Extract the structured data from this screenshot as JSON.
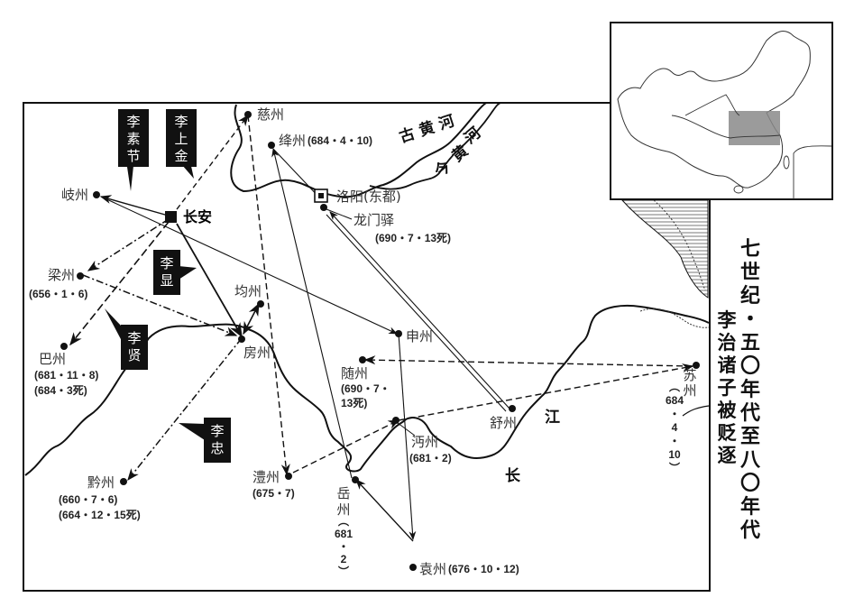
{
  "title": {
    "line1": "七世纪・五〇年代至八〇年代",
    "line2": "李治诸子被贬逐"
  },
  "capitals": {
    "changan": "长安",
    "luoyang": "洛阳(东都)"
  },
  "places": {
    "cizhou": {
      "name": "慈州"
    },
    "jiangzhou": {
      "name": "绛州",
      "date": "(684・4・10)"
    },
    "longmenyi": {
      "name": "龙门驿",
      "date": "(690・7・13死)"
    },
    "qizhou": {
      "name": "岐州"
    },
    "liangzhou": {
      "name": "梁州",
      "date": "(656・1・6)"
    },
    "bazhou": {
      "name": "巴州",
      "date1": "(681・11・8)",
      "date2": "(684・3死)"
    },
    "junzhou": {
      "name": "均州"
    },
    "fangzhou": {
      "name": "房州"
    },
    "shenzhou": {
      "name": "申州"
    },
    "suizhou": {
      "name": "随州",
      "date1": "(690・7・",
      "date2": "13死)"
    },
    "shuzhou": {
      "name": "舒州"
    },
    "mianzhou": {
      "name": "沔州",
      "date": "(681・2)"
    },
    "qianzhou": {
      "name": "黔州",
      "date1": "(660・7・6)",
      "date2": "(664・12・15死)"
    },
    "lizhou": {
      "name": "澧州",
      "date": "(675・7)"
    },
    "yuezhou": {
      "name": "岳州",
      "date_v": [
        "681",
        "・",
        "2"
      ]
    },
    "yuanzhou": {
      "name": "袁州",
      "date": "(676・10・12)"
    },
    "suzhou": {
      "name": "苏州",
      "date_v": [
        "684",
        "・",
        "4",
        "・",
        "10"
      ]
    }
  },
  "rivers": {
    "old_yellow": "古黄河",
    "new_yellow": "今黄河",
    "yangtze": [
      "长",
      "江"
    ]
  },
  "persons": [
    {
      "id": "li-sujie",
      "name": "李素节"
    },
    {
      "id": "li-shangjin",
      "name": "李上金"
    },
    {
      "id": "li-xian-display",
      "name": "李显"
    },
    {
      "id": "li-xian-virtuous",
      "name": "李贤"
    },
    {
      "id": "li-zhong",
      "name": "李忠"
    }
  ],
  "inset": {
    "label": "China overview locator map",
    "highlight_color": "#8a8a8a"
  }
}
